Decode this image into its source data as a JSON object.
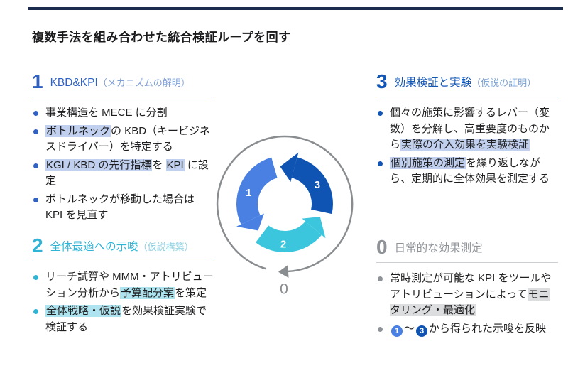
{
  "page": {
    "title": "複数手法を組み合わせた統合検証ループを回す",
    "accent_bar_color": "#1b2c4f"
  },
  "sections": [
    {
      "id": "kbd-kpi",
      "number": "1",
      "title": "KBD&KPI",
      "subtitle": "（メカニズムの解明）",
      "accent": "#2f62c4",
      "subtitle_color": "#7f9fd6",
      "highlight": "#c0d0ee",
      "bullets": [
        [
          {
            "t": "事業構造を MECE に分割"
          }
        ],
        [
          {
            "t": "ボトルネック",
            "h": true
          },
          {
            "t": "の KBD（キービジネスドライバー）を特定する"
          }
        ],
        [
          {
            "t": "KGI / KBD の先行指標",
            "h": true
          },
          {
            "t": "を "
          },
          {
            "t": "KPI",
            "h": true
          },
          {
            "t": " に設定"
          }
        ],
        [
          {
            "t": "ボトルネックが移動した場合は KPI を見直す"
          }
        ]
      ]
    },
    {
      "id": "zentai-saiteki",
      "number": "2",
      "title": "全体最適への示唆",
      "subtitle": "（仮説構築）",
      "accent": "#2fb4d6",
      "subtitle_color": "#8fd0e2",
      "highlight": "#aee4ef",
      "bullets": [
        [
          {
            "t": "リーチ試算や MMM・アトリビューション分析から"
          },
          {
            "t": "予算配分案",
            "h": true
          },
          {
            "t": "を策定"
          }
        ],
        [
          {
            "t": "全体戦略・仮説",
            "h": true
          },
          {
            "t": "を効果検証実験で検証する"
          }
        ]
      ]
    },
    {
      "id": "kouka-kensho",
      "number": "3",
      "title": "効果検証と実験",
      "subtitle": "（仮説の証明）",
      "accent": "#1155b5",
      "subtitle_color": "#7ba0d4",
      "highlight": "#c0d0ee",
      "bullets": [
        [
          {
            "t": "個々の施策に影響するレバー（変数）を分解し、高重要度のものから"
          },
          {
            "t": "実際の介入効果を実験検証",
            "h": true
          }
        ],
        [
          {
            "t": "個別施策の測定",
            "h": true
          },
          {
            "t": "を繰り返しながら、定期的に全体効果を測定する"
          }
        ]
      ]
    },
    {
      "id": "nichijo-sokutei",
      "number": "0",
      "title": "日常的な効果測定",
      "subtitle": "",
      "accent": "#8f9398",
      "subtitle_color": "#b5b8bc",
      "highlight": "#dcddde",
      "bullets": [
        [
          {
            "t": "常時測定が可能な KPI をツールやアトリビューションによって"
          },
          {
            "t": "モニタリング・最適化",
            "h": true
          }
        ],
        [
          {
            "b": "1"
          },
          {
            "t": "〜"
          },
          {
            "b": "3"
          },
          {
            "t": "から得られた示唆を反映"
          }
        ]
      ]
    }
  ],
  "diagram": {
    "labels": {
      "step1": "1",
      "step2": "2",
      "step3": "3",
      "outer": "0"
    },
    "colors": {
      "step1": "#4a80e2",
      "step2": "#3cc6dd",
      "step3": "#0f54b2",
      "outer": "#8a8d90"
    }
  }
}
